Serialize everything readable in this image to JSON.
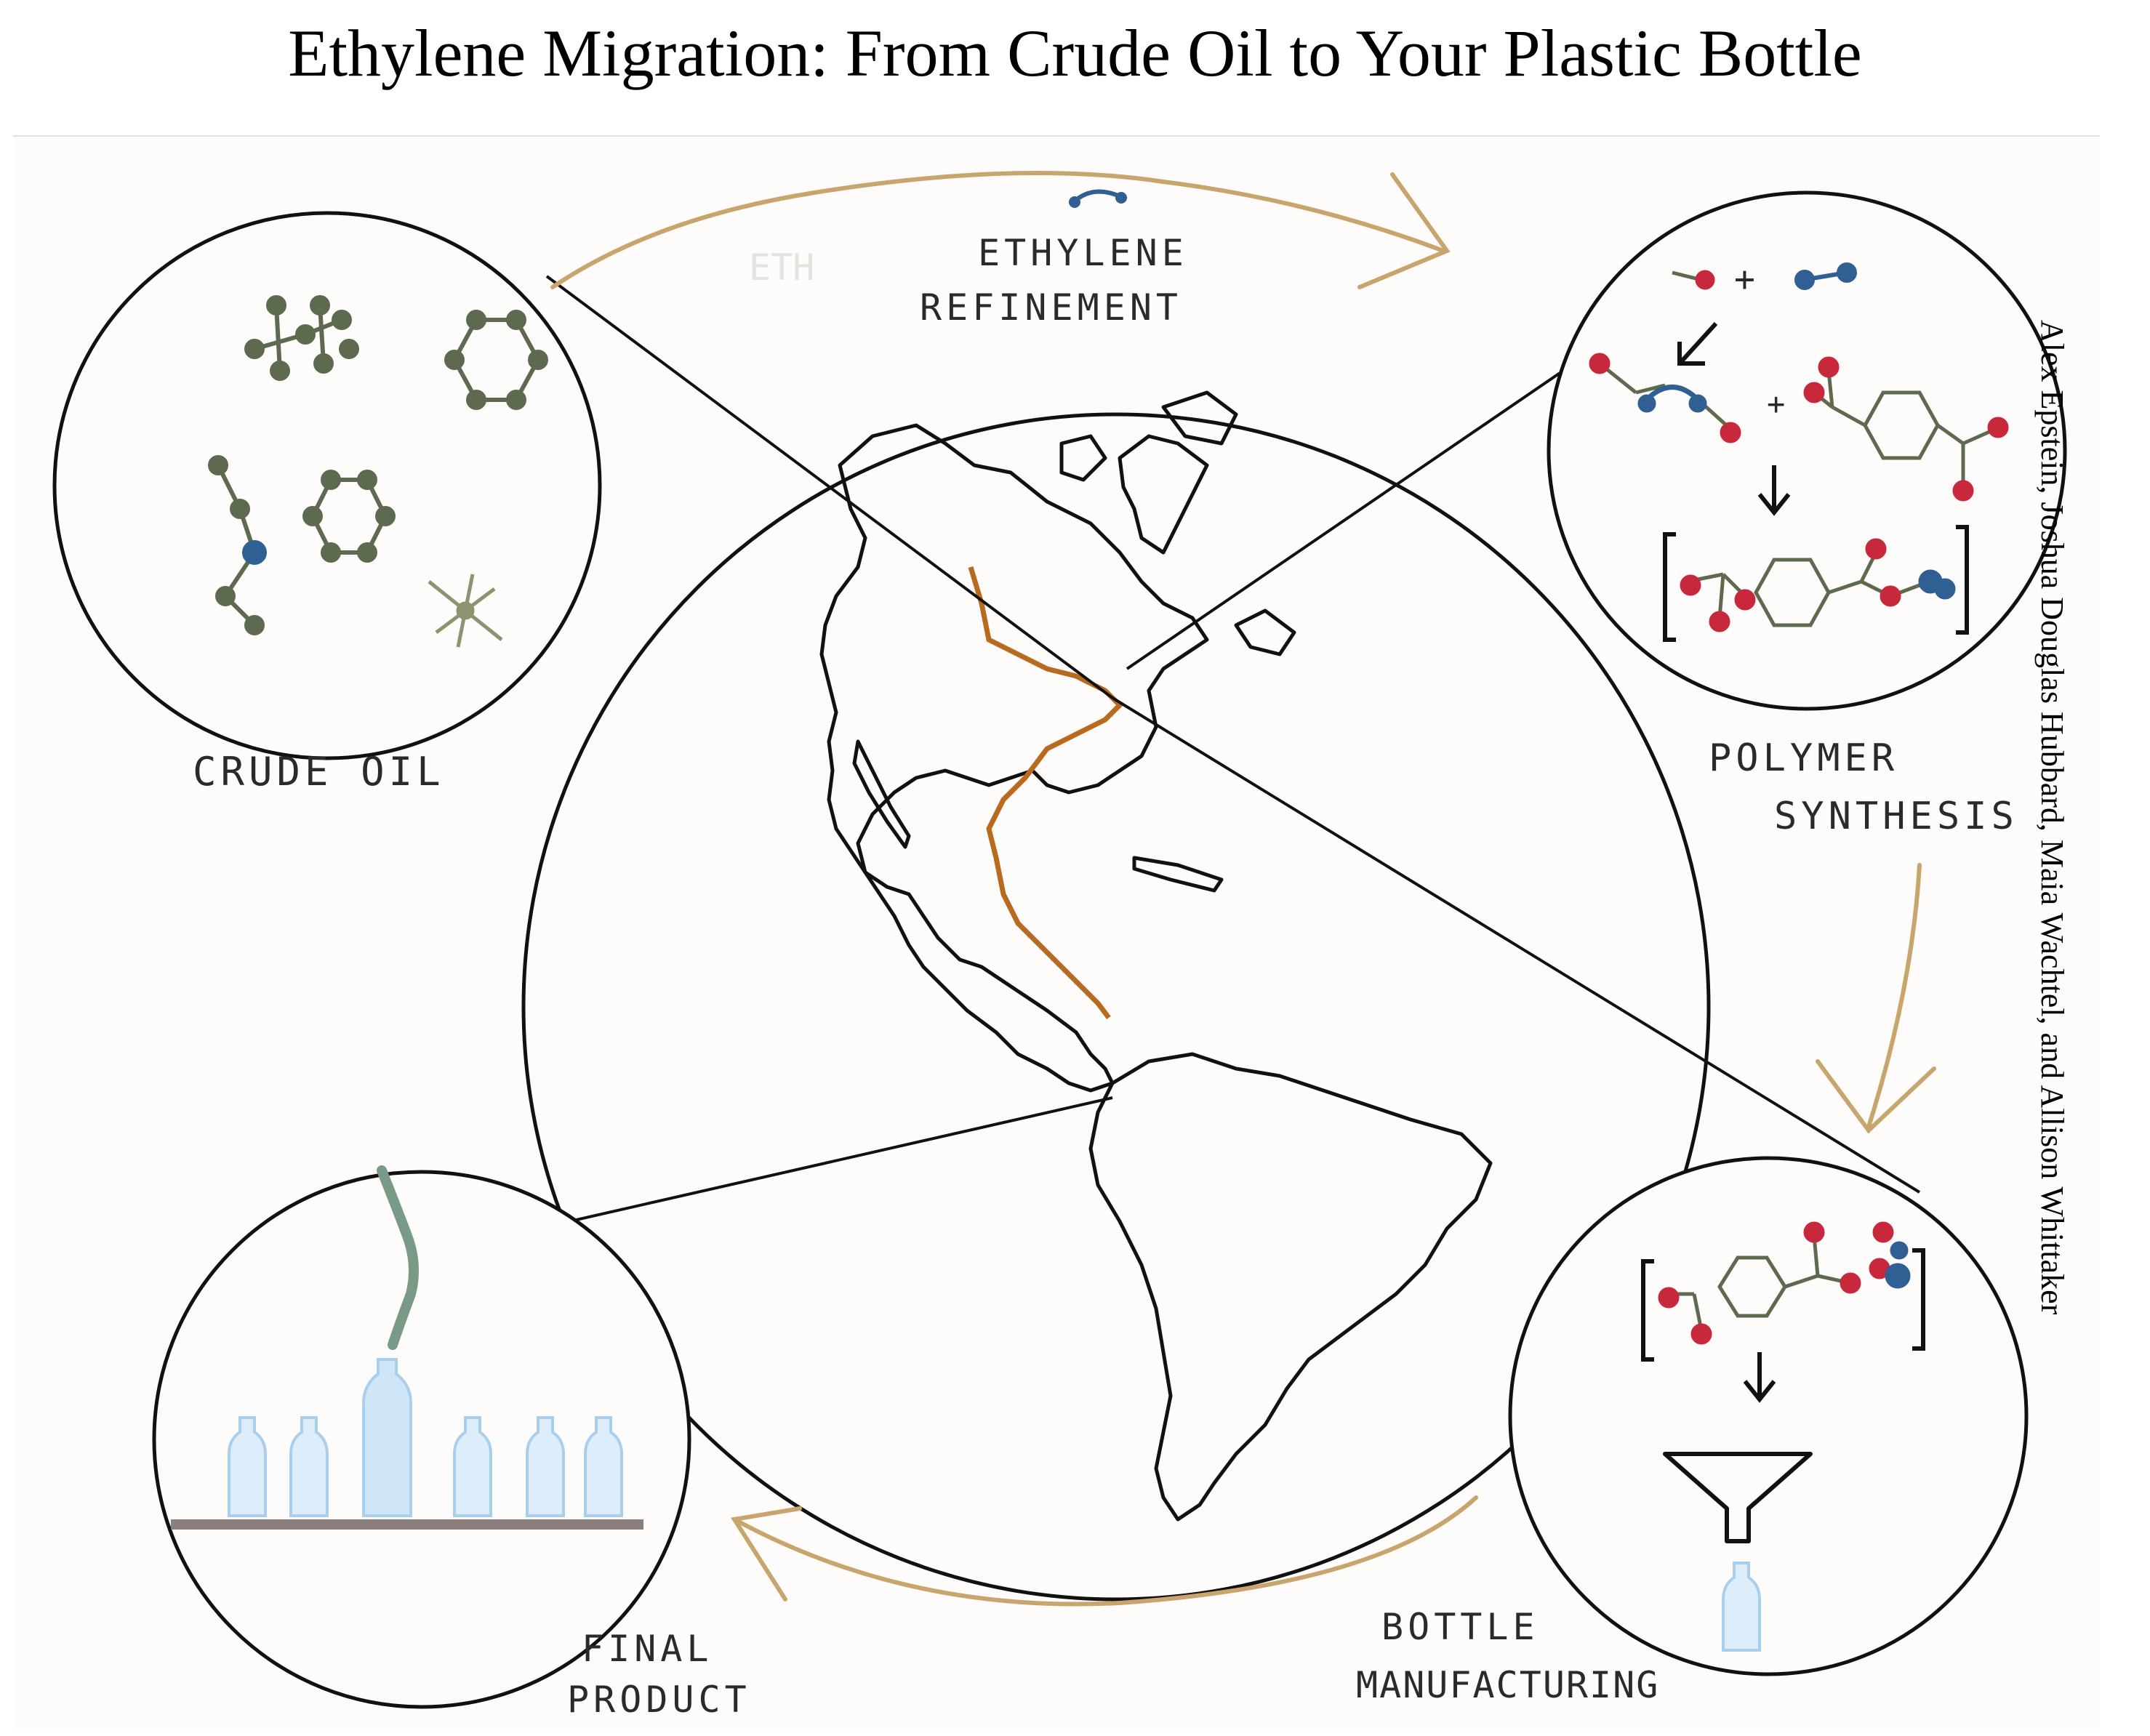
{
  "title": "Ethylene Migration: From Crude Oil to Your Plastic Bottle",
  "credits": "Alex Epstein, Joshua Douglas Hubbard, Maia Wachtel, and Allison Whittaker",
  "labels": {
    "crude_oil": "CRUDE OIL",
    "ethylene_line1": "ETHYLENE",
    "ethylene_line2": "REFINEMENT",
    "ghost_text": "ETH",
    "polymer_line1": "POLYMER",
    "polymer_line2": "SYNTHESIS",
    "final_line1": "FINAL",
    "final_line2": "PRODUCT",
    "bottle_line1": "BOTTLE",
    "bottle_line2": "MANUFACTURING",
    "plus": "+"
  },
  "colors": {
    "thread_black": "#111111",
    "thread_tan": "#c9a56e",
    "thread_orange": "#b86a1f",
    "thread_green": "#5d6a50",
    "thread_red": "#c8283c",
    "thread_blue": "#2f5f93",
    "bottle_blue": "#a9cfee",
    "shelf": "#8a7f7a"
  }
}
